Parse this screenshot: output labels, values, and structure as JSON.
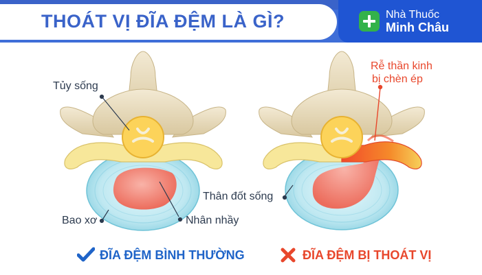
{
  "header": {
    "title": "THOÁT VỊ ĐĨA ĐỆM LÀ GÌ?",
    "brand_line1": "Nhà Thuốc",
    "brand_line2": "Minh Châu"
  },
  "labels": {
    "spinal_cord": "Tủy sống",
    "nerve_root_line1": "Rễ thần kinh",
    "nerve_root_line2": "bị chèn ép",
    "vertebral_body": "Thân đốt sống",
    "annulus": "Bao xơ",
    "nucleus": "Nhân nhầy"
  },
  "legend": {
    "normal": "ĐĨA ĐỆM BÌNH THƯỜNG",
    "herniated": "ĐĨA ĐỆM BỊ THOÁT VỊ"
  },
  "colors": {
    "brand_blue": "#1f55d3",
    "title_blue": "#3a63c9",
    "brand_green": "#33b24a",
    "accent_red": "#e8472c",
    "bone": "#e9dcbf",
    "nerve_yellow": "#f7e79a",
    "disc_cyan": "#bfe8f1",
    "nucleus_pink": "#f3897c"
  },
  "icons": {
    "brand": "plus-cross-icon",
    "normal": "check-icon",
    "herniated": "cross-x-icon"
  }
}
